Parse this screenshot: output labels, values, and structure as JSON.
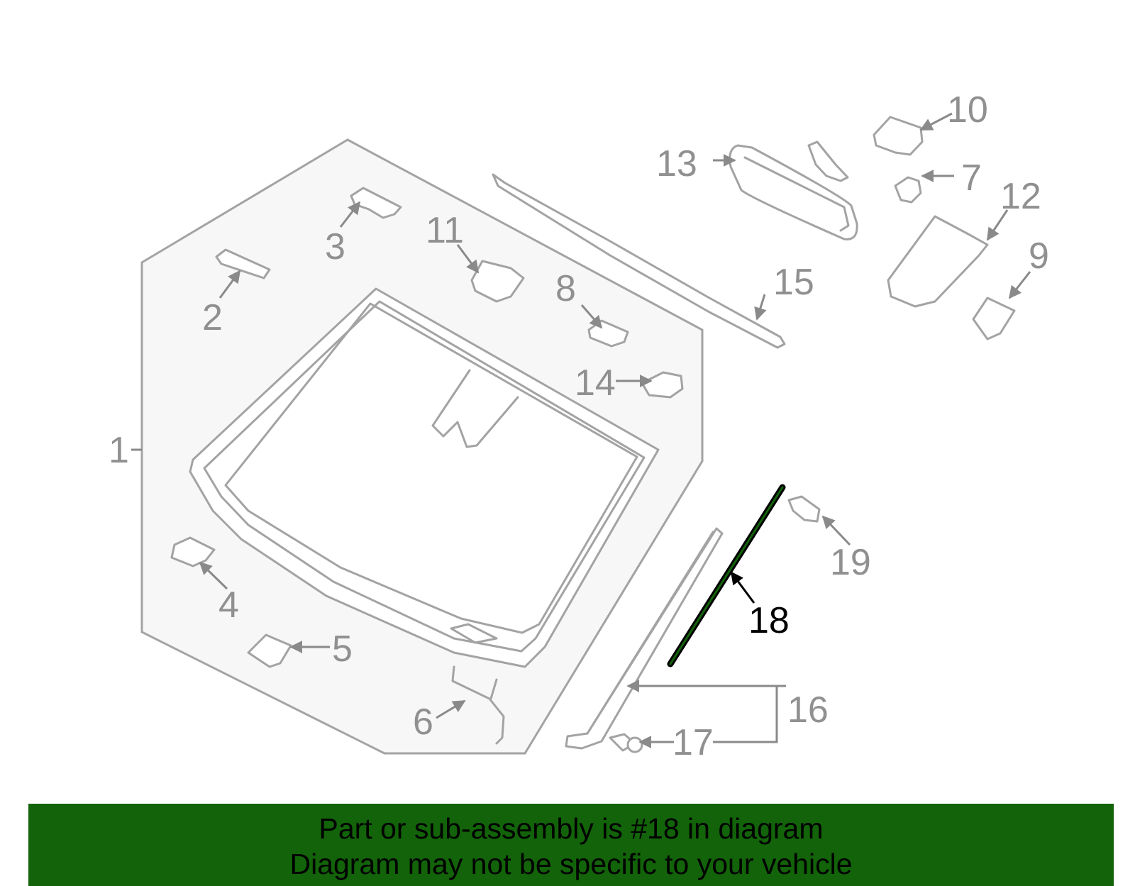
{
  "colors": {
    "banner_bg": "#126309",
    "highlight": "#126309",
    "outline": "#a3a3a3",
    "callout_text": "#909090",
    "panel_fill": "#f7f7f7"
  },
  "diagram": {
    "highlighted_part": "18",
    "callouts": [
      "1",
      "2",
      "3",
      "4",
      "5",
      "6",
      "7",
      "8",
      "9",
      "10",
      "11",
      "12",
      "13",
      "14",
      "15",
      "16",
      "17",
      "18",
      "19"
    ]
  },
  "banner": {
    "line1": "Part or sub-assembly is #18 in diagram",
    "line2": "Diagram may not be specific to your vehicle"
  }
}
